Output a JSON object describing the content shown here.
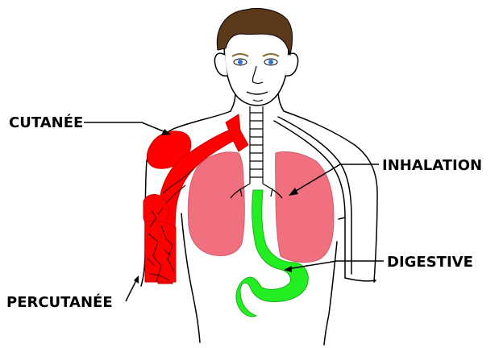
{
  "labels": {
    "cutanee": "CUTANÉE",
    "inhalation": "INHALATION",
    "digestive": "DIGESTIVE",
    "percutanee": "PERCUTANÉE"
  },
  "colors": {
    "skin_red": "#ff0000",
    "lungs_pink": "#f07080",
    "stomach_green": "#22ee22",
    "hair_brown": "#5a3a1a",
    "eye_blue": "#3070d0",
    "outline": "#000000",
    "background": "#ffffff"
  }
}
